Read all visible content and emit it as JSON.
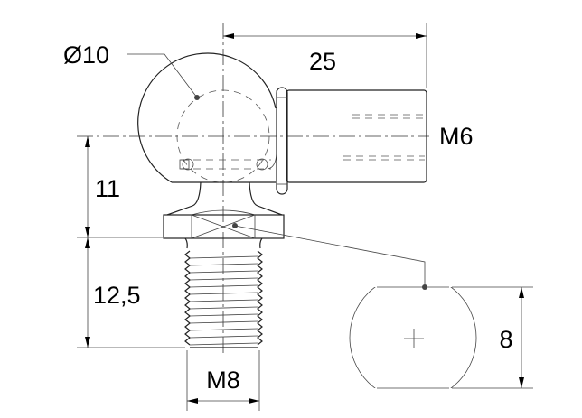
{
  "drawing": {
    "title": "Ball joint with angle socket",
    "dimensions": {
      "ball_diameter": "Ø10",
      "length": "25",
      "socket_thread": "M6",
      "height_ball_center": "11",
      "thread_length": "12,5",
      "stud_thread": "M8",
      "flat_width": "8"
    }
  }
}
